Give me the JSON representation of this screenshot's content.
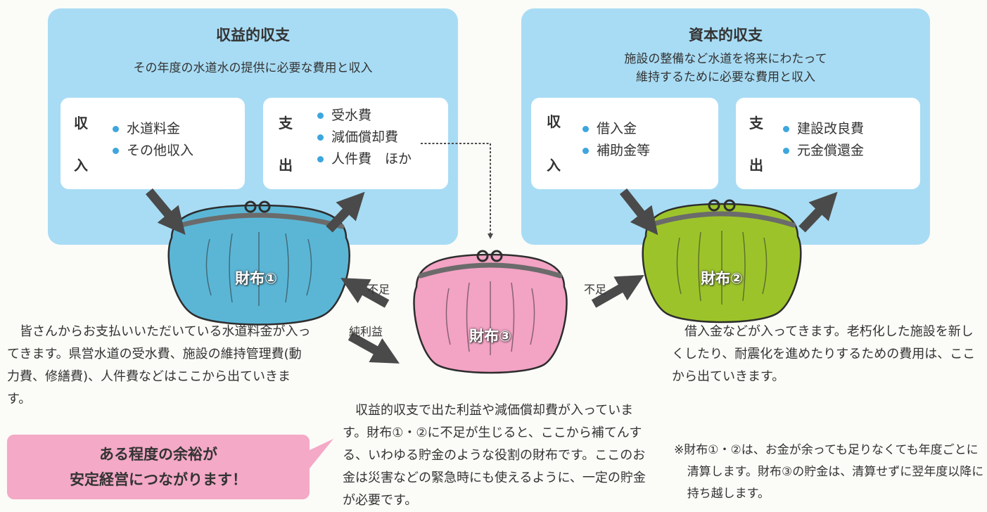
{
  "left_panel": {
    "title": "収益的収支",
    "description": "その年度の水道水の提供に必要な費用と収入",
    "income_card": {
      "head_top": "収",
      "head_bottom": "入",
      "items": [
        "水道料金",
        "その他収入"
      ]
    },
    "expense_card": {
      "head_top": "支",
      "head_bottom": "出",
      "items": [
        "受水費",
        "減価償却費",
        "人件費　ほか"
      ]
    }
  },
  "right_panel": {
    "title": "資本的収支",
    "description_line1": "施設の整備など水道を将来にわたって",
    "description_line2": "維持するために必要な費用と収入",
    "income_card": {
      "head_top": "収",
      "head_bottom": "入",
      "items": [
        "借入金",
        "補助金等"
      ]
    },
    "expense_card": {
      "head_top": "支",
      "head_bottom": "出",
      "items": [
        "建設改良費",
        "元金償還金"
      ]
    }
  },
  "wallets": {
    "wallet1": {
      "label": "財布①",
      "color": "#5bb6d6"
    },
    "wallet2": {
      "label": "財布②",
      "color": "#9cc42a"
    },
    "wallet3": {
      "label": "財布③",
      "color": "#f3a3c4"
    }
  },
  "arrow_labels": {
    "shortage_left": "不足",
    "net_profit": "純利益",
    "shortage_right": "不足"
  },
  "descriptions": {
    "wallet1": "皆さんからお支払いいただいている水道料金が入ってきます。県営水道の受水費、施設の維持管理費(動力費、修繕費)、人件費などはここから出ていきます。",
    "wallet3": "収益的収支で出た利益や減価償却費が入っています。財布①・②に不足が生じると、ここから補てんする、いわゆる貯金のような役割の財布です。ここのお金は災害などの緊急時にも使えるように、一定の貯金が必要です。",
    "wallet2": "借入金などが入ってきます。老朽化した施設を新しくしたり、耐震化を進めたりするための費用は、ここから出ていきます。"
  },
  "callout": {
    "line1": "ある程度の余裕が",
    "line2": "安定経営につながります！"
  },
  "note": "※財布①・②は、お金が余っても足りなくても年度ごとに清算します。財布③の貯金は、清算せずに翌年度以降に持ち越します。",
  "colors": {
    "panel": "#a8dcf4",
    "arrow": "#4a4a4a",
    "bullet": "#3da6de",
    "callout": "#f4a9c6"
  }
}
